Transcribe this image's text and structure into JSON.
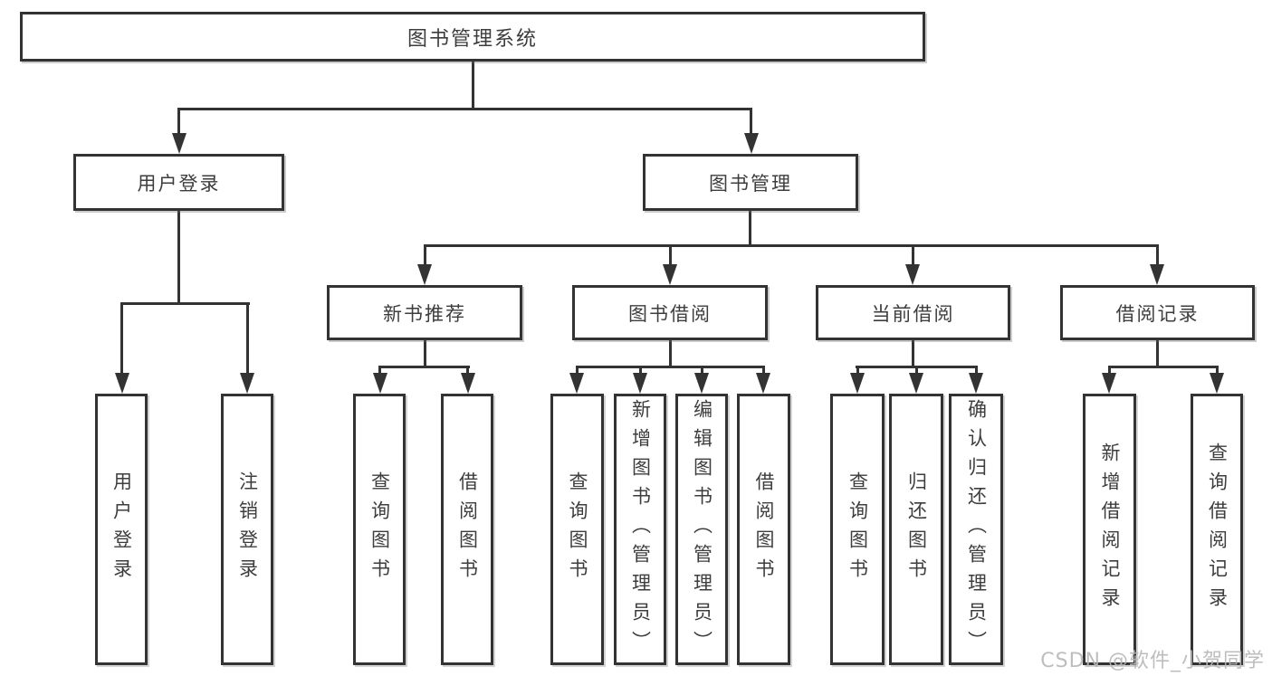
{
  "tree": {
    "root": "图书管理系统",
    "user_login": {
      "label": "用户登录",
      "children": [
        "用户登录",
        "注销登录"
      ]
    },
    "book_mgmt": {
      "label": "图书管理",
      "sections": [
        {
          "label": "新书推荐",
          "children": [
            "查询图书",
            "借阅图书"
          ]
        },
        {
          "label": "图书借阅",
          "children": [
            "查询图书",
            "新增图书（管理员）",
            "编辑图书（管理员）",
            "借阅图书"
          ]
        },
        {
          "label": "当前借阅",
          "children": [
            "查询图书",
            "归还图书",
            "确认归还（管理员）"
          ]
        },
        {
          "label": "借阅记录",
          "children": [
            "新增借阅记录",
            "查询借阅记录"
          ]
        }
      ]
    }
  },
  "watermark": "CSDN @软件_小贺同学",
  "colors": {
    "line": "#333333",
    "text": "#3d3d3d",
    "watermark": "#b6b6b6",
    "background": "#ffffff"
  }
}
